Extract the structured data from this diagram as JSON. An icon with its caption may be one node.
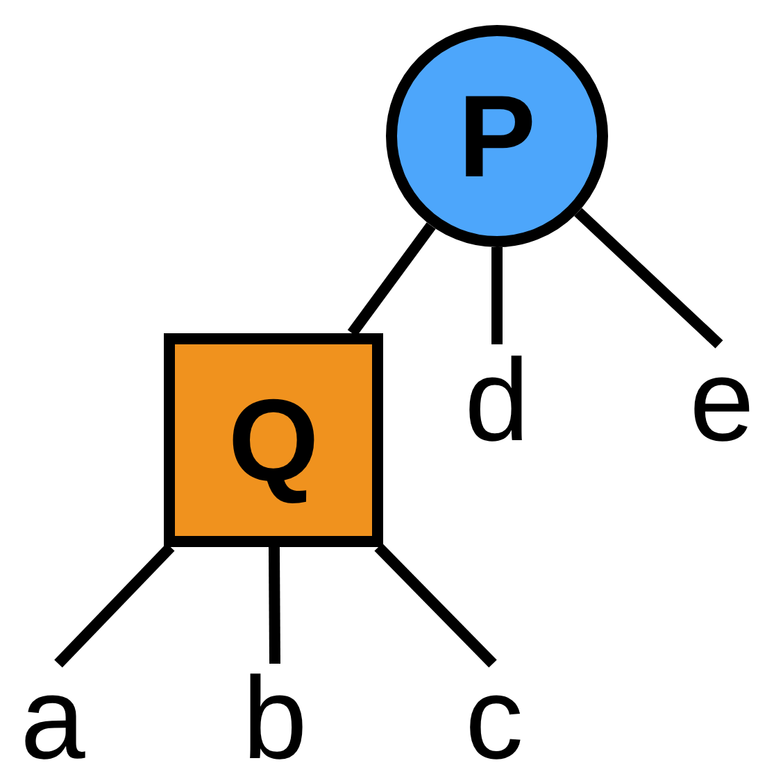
{
  "diagram": {
    "nodes": [
      {
        "text": [
          "P"
        ]
      },
      {
        "text": [
          "Q"
        ]
      },
      {
        "text": [
          "d"
        ]
      },
      {
        "text": [
          "e"
        ]
      },
      {
        "text": [
          "a"
        ]
      },
      {
        "text": [
          "b"
        ]
      },
      {
        "text": [
          "c"
        ]
      }
    ],
    "edges": [
      {
        "from": 0,
        "to": 1,
        "arrow": "none"
      },
      {
        "from": 0,
        "to": 2,
        "arrow": "none"
      },
      {
        "from": 0,
        "to": 3,
        "arrow": "none"
      },
      {
        "from": 1,
        "to": 4,
        "arrow": "none"
      },
      {
        "from": 1,
        "to": 5,
        "arrow": "none"
      },
      {
        "from": 1,
        "to": 6,
        "arrow": "none"
      }
    ]
  }
}
